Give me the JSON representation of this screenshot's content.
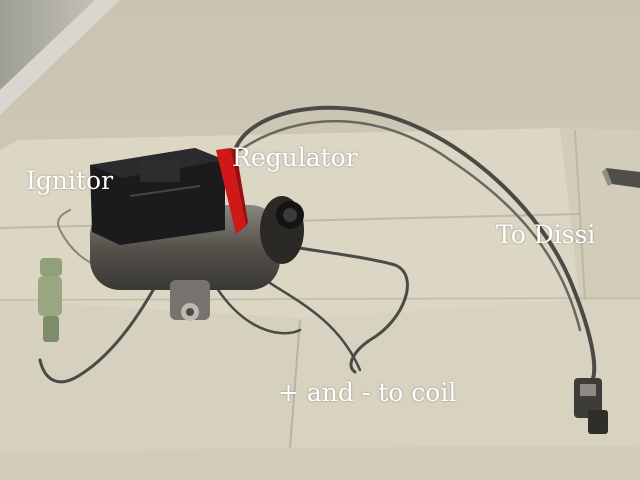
{
  "labels": {
    "ignitor": "Ignitor",
    "regulator": "Regulator",
    "to_dissi": "To Dissi",
    "to_coil": "+ and  - to coil"
  },
  "colors": {
    "carpet": "#cfc9b8",
    "cardboard": "#d9d3c2",
    "wall": "#a9a79f",
    "module_black": "#1b1b1d",
    "regulator_marker": "#d01818",
    "wire": "#4b4a44",
    "label_text": "#ffffff"
  }
}
